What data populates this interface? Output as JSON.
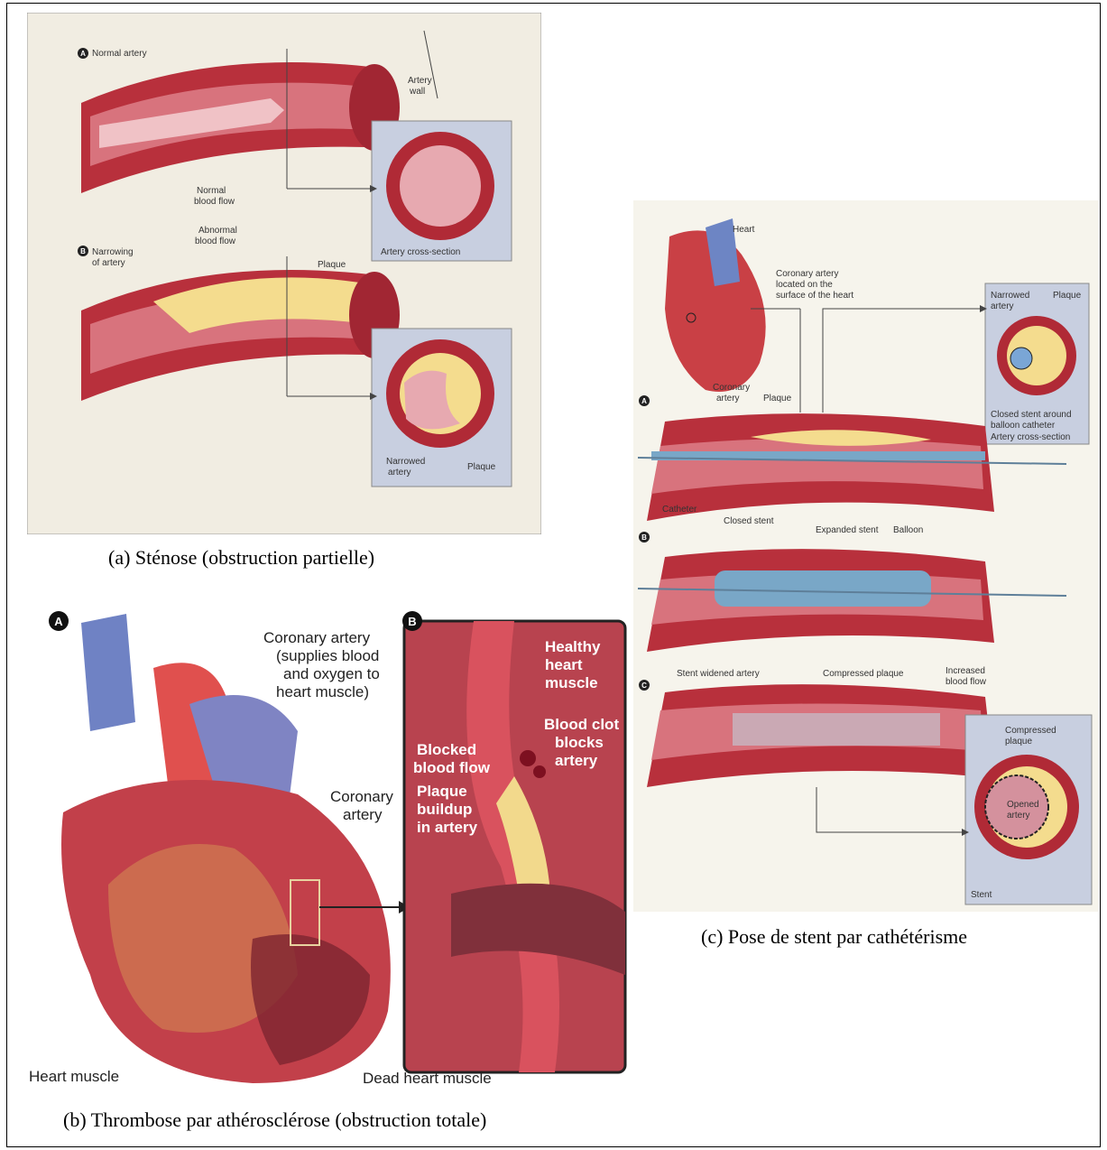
{
  "captions": {
    "a": "(a)  Sténose (obstruction partielle)",
    "b": "(b)  Thrombose par athérosclérose (obstruction totale)",
    "c": "(c)  Pose de stent par cathétérisme"
  },
  "panel_a": {
    "label_a": "A",
    "normal_artery": "Normal artery",
    "artery_wall_1": "Artery",
    "artery_wall_2": "wall",
    "normal_flow_1": "Normal",
    "normal_flow_2": "blood flow",
    "cross_section": "Artery cross-section",
    "label_b": "B",
    "narrowing_1": "Narrowing",
    "narrowing_2": "of artery",
    "abnormal_1": "Abnormal",
    "abnormal_2": "blood flow",
    "plaque": "Plaque",
    "narrowed_1": "Narrowed",
    "narrowed_2": "artery",
    "plaque_2": "Plaque"
  },
  "panel_b": {
    "label_a": "A",
    "label_b": "B",
    "coronary_1": "Coronary artery",
    "coronary_2": "(supplies blood",
    "coronary_3": "and oxygen to",
    "coronary_4": "heart muscle)",
    "coronary_short_1": "Coronary",
    "coronary_short_2": "artery",
    "healthy_1": "Healthy",
    "healthy_2": "heart",
    "healthy_3": "muscle",
    "clot_1": "Blood clot",
    "clot_2": "blocks",
    "clot_3": "artery",
    "blocked_1": "Blocked",
    "blocked_2": "blood flow",
    "plaque_1": "Plaque",
    "plaque_2": "buildup",
    "plaque_3": "in artery",
    "heart_muscle": "Heart muscle",
    "dead_muscle": "Dead heart muscle"
  },
  "panel_c": {
    "heart": "Heart",
    "coronary_loc_1": "Coronary artery",
    "coronary_loc_2": "located on the",
    "coronary_loc_3": "surface of the heart",
    "narrowed_1": "Narrowed",
    "narrowed_2": "artery",
    "plaque": "Plaque",
    "coronary_1": "Coronary",
    "coronary_2": "artery",
    "plaque_b": "Plaque",
    "closed_stent_1": "Closed stent around",
    "closed_stent_2": "balloon catheter",
    "cross_section": "Artery cross-section",
    "label_a": "A",
    "label_b": "B",
    "label_c": "C",
    "catheter": "Catheter",
    "closed_stent": "Closed stent",
    "expanded_stent": "Expanded stent",
    "balloon": "Balloon",
    "stent_widened": "Stent widened artery",
    "compressed_plaque": "Compressed plaque",
    "increased_1": "Increased",
    "increased_2": "blood flow",
    "compressed_1": "Compressed",
    "compressed_2": "plaque",
    "opened_1": "Opened",
    "opened_2": "artery",
    "stent": "Stent"
  }
}
